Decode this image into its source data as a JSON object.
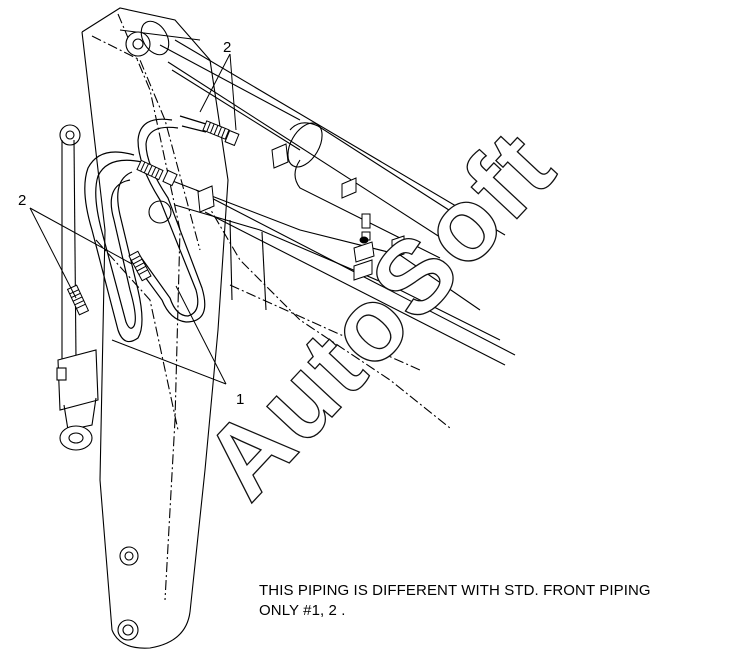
{
  "callouts": {
    "top_label": "2",
    "left_label": "2",
    "right_label": "1"
  },
  "note": {
    "line1": "THIS PIPING IS DIFFERENT WITH STD. FRONT PIPING",
    "line2": "ONLY #1, 2 ."
  },
  "watermark": {
    "text": "AutoSoft"
  },
  "colors": {
    "ink": "#000000",
    "paper": "#ffffff"
  }
}
